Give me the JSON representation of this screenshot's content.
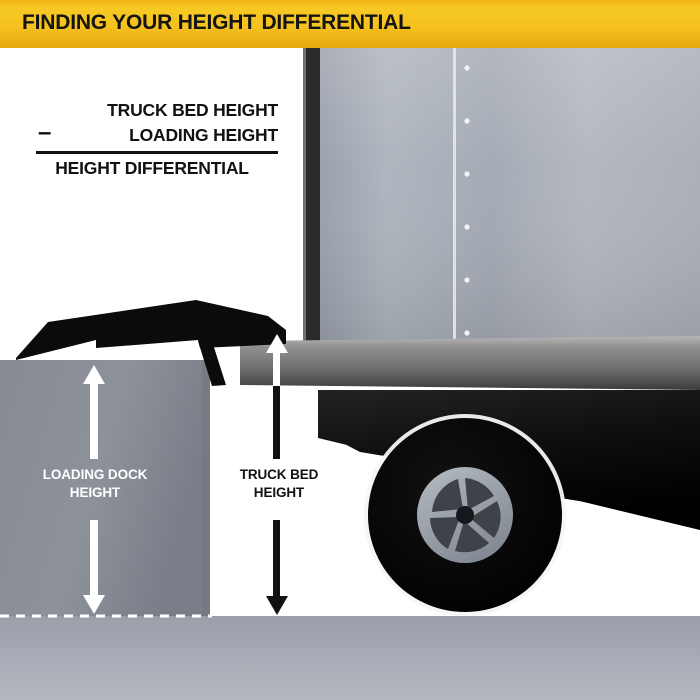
{
  "header": {
    "title": "FINDING YOUR HEIGHT DIFFERENTIAL",
    "bar_color": "#f5c21f",
    "text_color": "#141414"
  },
  "equation": {
    "minus_sign": "–",
    "term1": "TRUCK BED HEIGHT",
    "term2": "LOADING HEIGHT",
    "result": "HEIGHT DIFFERENTIAL"
  },
  "diagram": {
    "labels": {
      "dock_height": "LOADING DOCK\nHEIGHT",
      "truck_bed_height": "TRUCK BED\nHEIGHT"
    },
    "colors": {
      "dock_gray": "#8b8f98",
      "ground_gray": "#a4a8b2",
      "truck_body_gray": "#a8adb6",
      "truck_body_dark_edge": "#2b2b2b",
      "bed_rail_gray": "#8a8a8a",
      "chassis_black": "#111111",
      "tire_black": "#050505",
      "rim_gray": "#9aa0a8",
      "ramp_black": "#0b0b0b",
      "dashed_line": "#ffffff"
    },
    "elements": [
      "title-bar",
      "equation-block",
      "truck-body",
      "truck-body-seam",
      "truck-rivets",
      "bed-rail",
      "truck-chassis",
      "truck-wheel",
      "loading-dock-block",
      "dock-ramp",
      "ground",
      "dock-height-arrow",
      "truck-bed-height-arrow",
      "ground-dashed-line"
    ],
    "arrows": {
      "dock_height_arrow": "double-headed-vertical-white",
      "truck_bed_height_arrow": "double-headed-vertical-black"
    }
  }
}
